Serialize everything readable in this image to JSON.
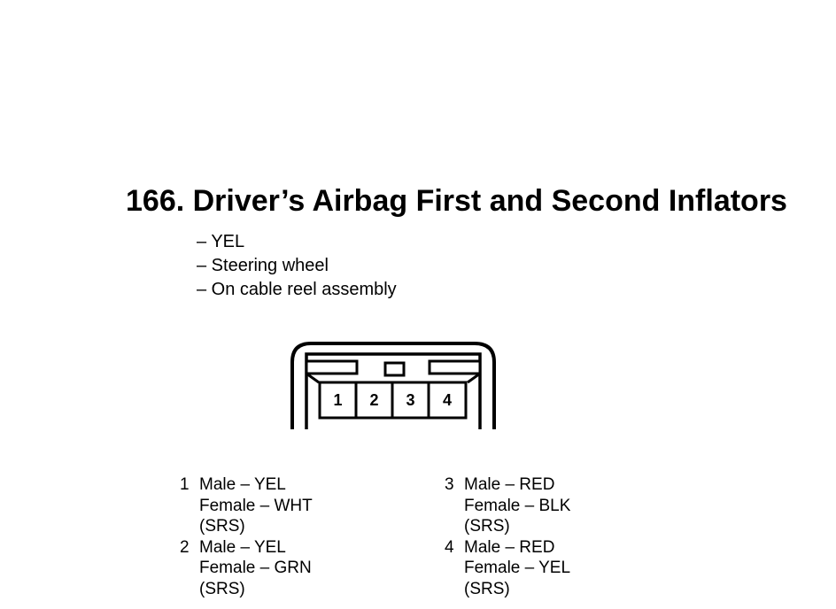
{
  "title": "166. Driver’s Airbag First and Second Inflators",
  "details": [
    "– YEL",
    "– Steering wheel",
    "– On cable reel assembly"
  ],
  "connector": {
    "pin_labels": [
      "1",
      "2",
      "3",
      "4"
    ]
  },
  "pins": [
    {
      "number": "1",
      "male": "Male – YEL",
      "female": "Female – WHT",
      "circuit": "(SRS)"
    },
    {
      "number": "2",
      "male": "Male – YEL",
      "female": "Female – GRN",
      "circuit": "(SRS)"
    },
    {
      "number": "3",
      "male": "Male – RED",
      "female": "Female – BLK",
      "circuit": "(SRS)"
    },
    {
      "number": "4",
      "male": "Male – RED",
      "female": "Female – YEL",
      "circuit": "(SRS)"
    }
  ]
}
